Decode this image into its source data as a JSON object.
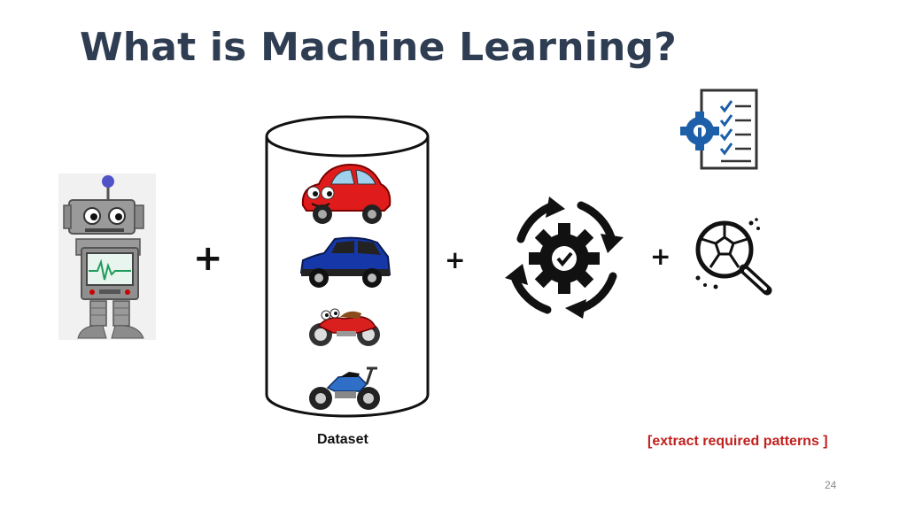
{
  "slide": {
    "title": "What is Machine Learning?",
    "plus_1": "+",
    "plus_2": "+",
    "plus_3": "+",
    "dataset_label": "Dataset",
    "patterns_label": "[extract required patterns ]",
    "page_number": "24"
  },
  "icons": {
    "robot": "robot-icon",
    "dataset": "database-cylinder-icon",
    "process": "gear-cycle-icon",
    "checklist": "settings-checklist-icon",
    "search": "magnifier-pattern-icon"
  },
  "colors": {
    "title": "#2f3d52",
    "patterns_label": "#c0211f",
    "checklist_blue": "#1d5fa8"
  }
}
